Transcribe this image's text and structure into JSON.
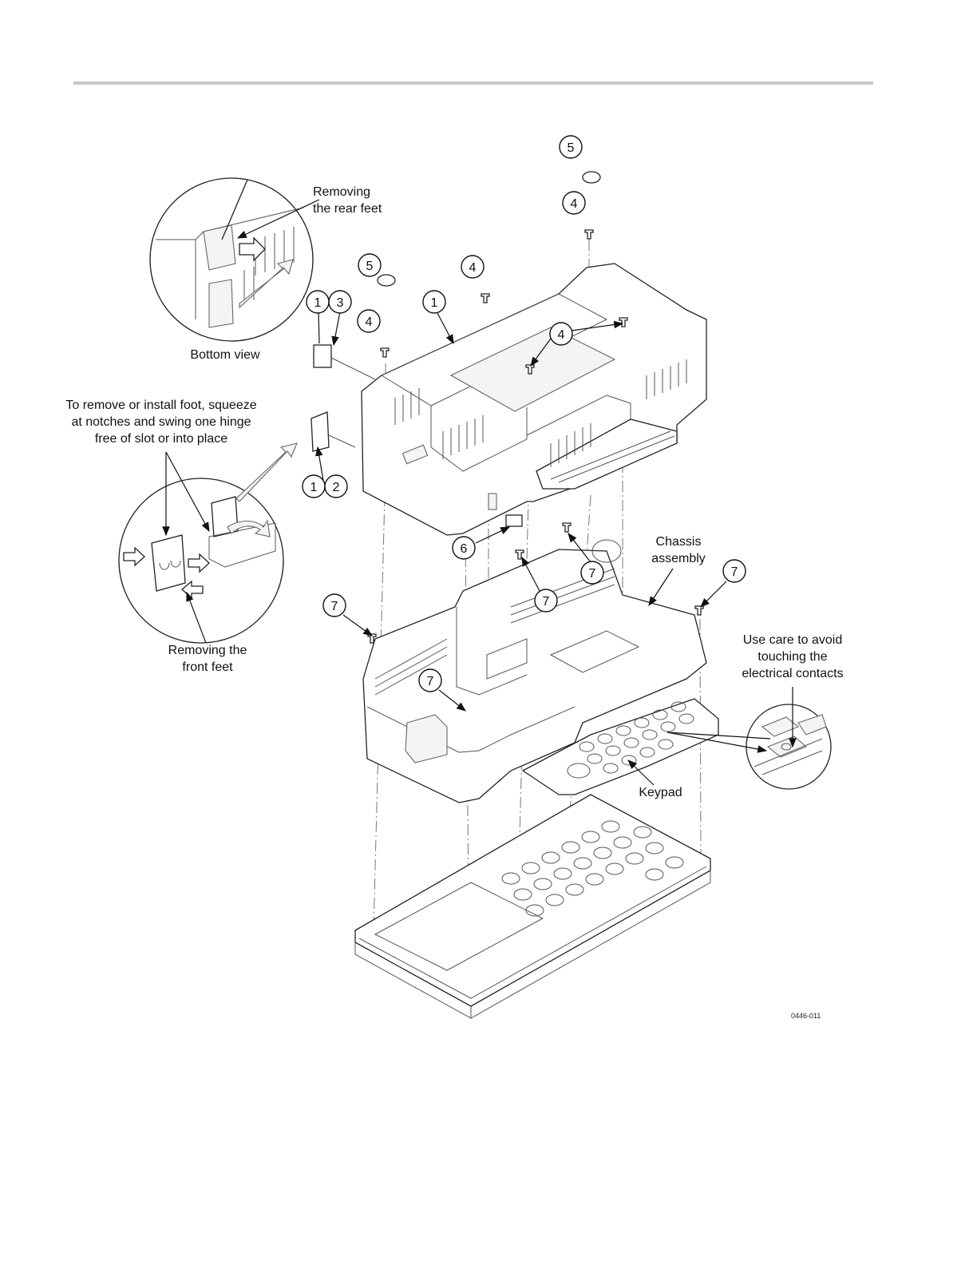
{
  "labels": {
    "rear_feet": "Removing\nthe rear feet",
    "bottom_view": "Bottom view",
    "foot_instructions": "To remove or install foot, squeeze\nat notches and swing one hinge\nfree of slot or into place",
    "front_feet": "Removing the\nfront feet",
    "chassis": "Chassis\nassembly",
    "contacts_warning": "Use care to avoid\ntouching the\nelectrical contacts",
    "keypad": "Keypad"
  },
  "callouts": [
    "5",
    "4",
    "5",
    "4",
    "1",
    "3",
    "1",
    "4",
    "4",
    "1",
    "2",
    "6",
    "7",
    "7",
    "7",
    "7",
    "7"
  ],
  "figure_id": "0446-011"
}
